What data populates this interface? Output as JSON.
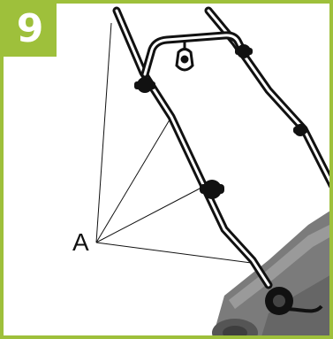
{
  "step": {
    "number": "9"
  },
  "callout": {
    "label": "A",
    "pointer_count": 4
  },
  "colors": {
    "accent": "#9ec03b",
    "handle": "#111111",
    "mower_body": "#7a7a7a",
    "mower_shadow": "#5e5e5e"
  },
  "icons": [
    "handle-knob-icon",
    "cable-clip-icon"
  ]
}
